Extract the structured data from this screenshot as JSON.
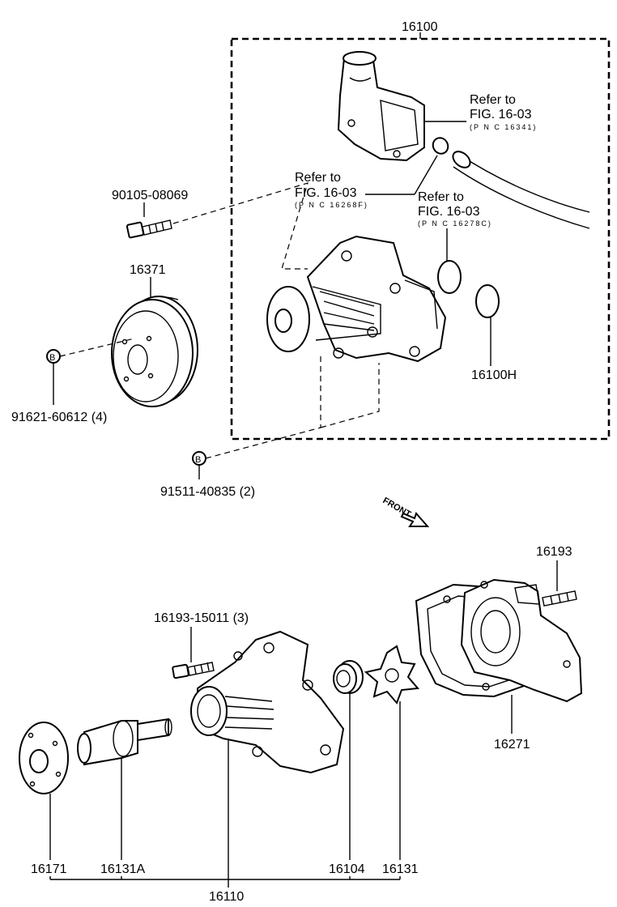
{
  "labels": {
    "assembly": "16100",
    "bolt_top": "90105-08069",
    "pulley": "16371",
    "pulley_bolt": "91621-60612 (4)",
    "pump_bolt": "91511-40835 (2)",
    "gasket_ring": "16100H",
    "stud": "16193",
    "stud_bolt": "16193-15011 (3)",
    "gasket": "16271",
    "hub": "16171",
    "shaft_bearing": "16131A",
    "body": "16110",
    "seal": "16104",
    "impeller": "16131",
    "b_marker": "B",
    "front": "FRONT"
  },
  "refs": [
    {
      "line1": "Refer to",
      "line2": "FIG. 16-03",
      "pnc": "(P N C 16341)"
    },
    {
      "line1": "Refer to",
      "line2": "FIG. 16-03",
      "pnc": "(P N C 16268F)"
    },
    {
      "line1": "Refer to",
      "line2": "FIG. 16-03",
      "pnc": "(P N C 16278C)"
    }
  ]
}
